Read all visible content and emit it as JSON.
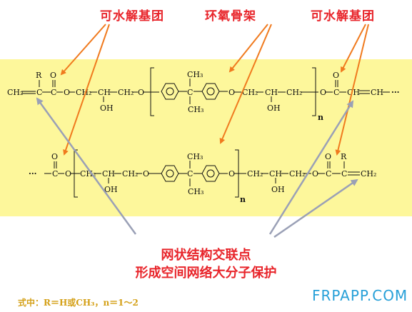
{
  "labels": {
    "hydro_left": "可水解基团",
    "epoxy": "环氧骨架",
    "hydro_right": "可水解基团"
  },
  "caption": {
    "line1": "网状结构交联点",
    "line2": "形成空间网络大分子保护"
  },
  "note": "式中：R＝H或CH₃，n＝1～2",
  "watermark": "FRPAPP.COM",
  "chem": {
    "R": "R",
    "O": "O",
    "CH2": "CH₂",
    "CH": "CH",
    "CH3": "CH₃",
    "OH": "OH",
    "C": "C",
    "n": "n",
    "dots": "···"
  },
  "colors": {
    "accent_red": "#e8242a",
    "arrow_orange": "#f07a1e",
    "arrow_gray": "#9aa0b6",
    "band_yellow": "#fdf79b",
    "note_gold": "#d4a017",
    "watermark_blue": "#27a0d8"
  }
}
